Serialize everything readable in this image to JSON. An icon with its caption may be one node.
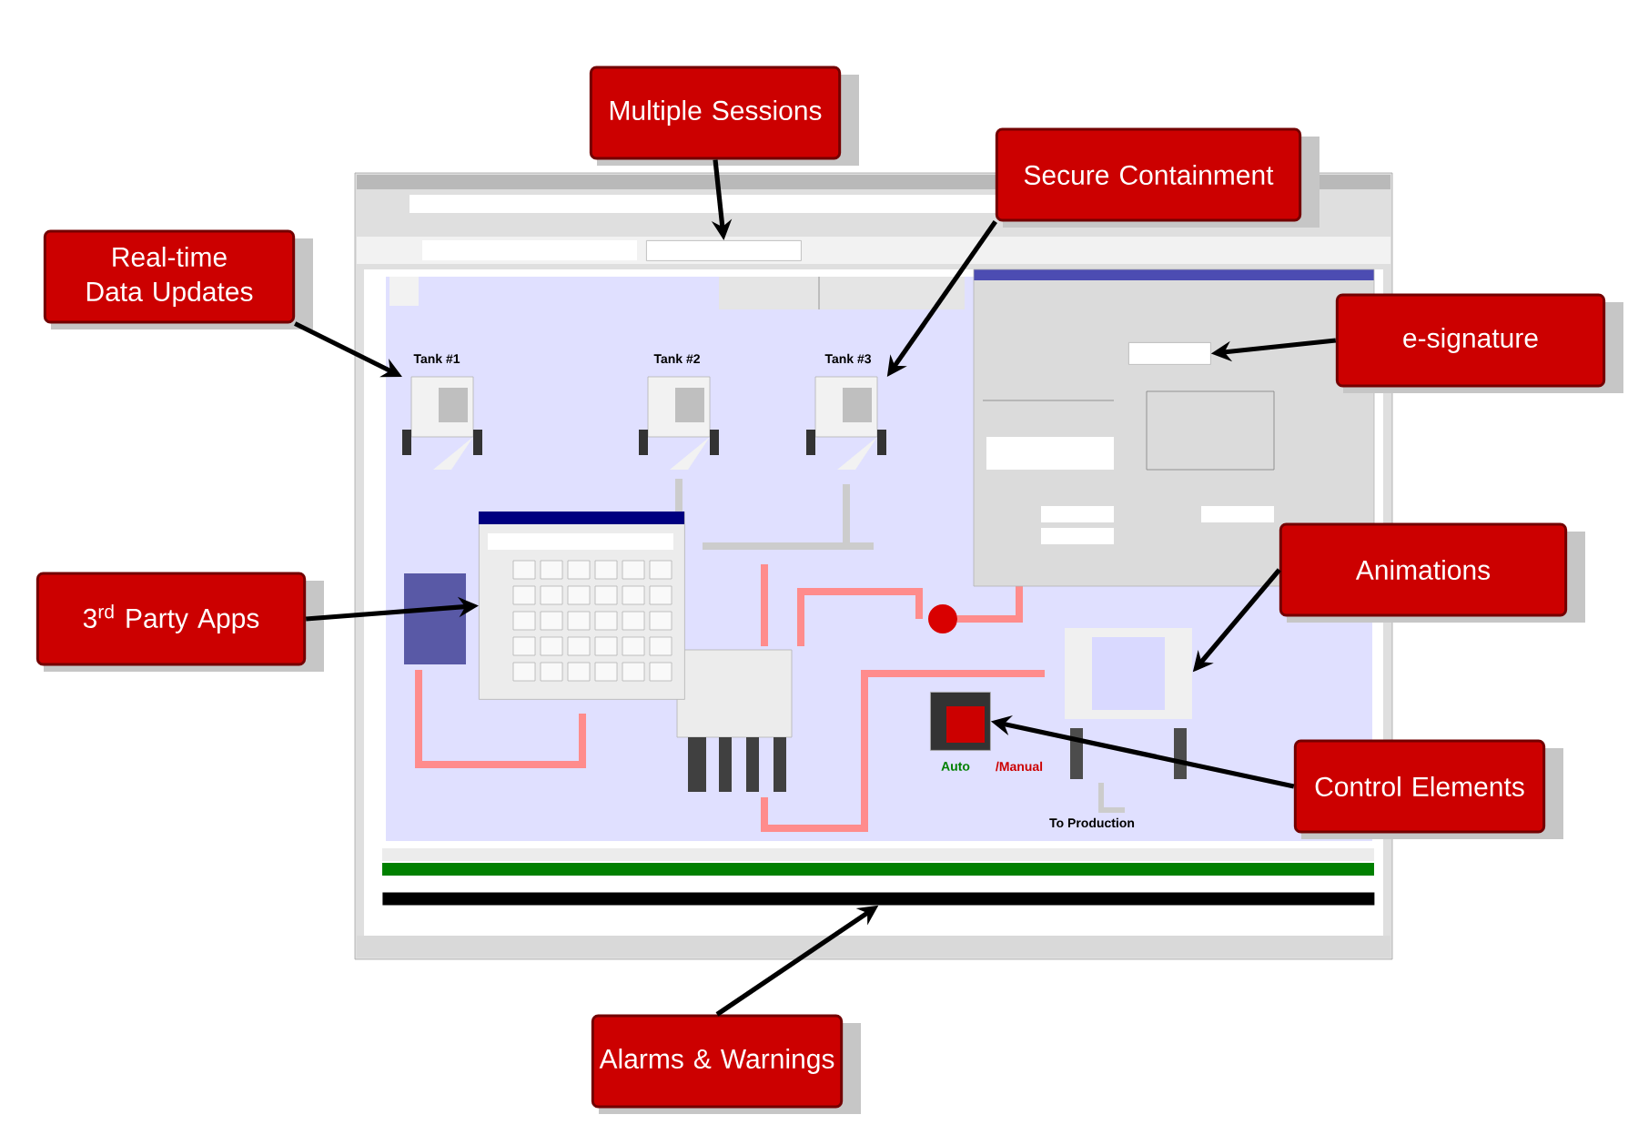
{
  "diagram": {
    "nodes": [
      {
        "text": [
          "Multiple Sessions"
        ]
      },
      {
        "text": [
          "Secure Containment"
        ]
      },
      {
        "text": [
          "Real-time Data Updates"
        ]
      },
      {
        "text": [
          "e-signature"
        ]
      },
      {
        "text": [
          "3$^{rd}$ Party Apps"
        ]
      },
      {
        "text": [
          "Animations"
        ]
      },
      {
        "text": [
          "Control Elements"
        ]
      },
      {
        "text": [
          "Alarms & Warnings"
        ]
      },
      {
        "text": [],
        "shape": "box"
      },
      {
        "text": [],
        "shape": "picture"
      },
      {
        "text": [],
        "shape": "picture"
      },
      {
        "text": [],
        "shape": "box"
      },
      {
        "text": [],
        "shape": "box"
      },
      {
        "text": [],
        "shape": "cylinder"
      },
      {
        "text": [],
        "shape": "box"
      },
      {
        "text": [],
        "shape": "bar"
      }
    ],
    "edges": [
      {
        "from": 0,
        "to": 8,
        "arrow": "to"
      },
      {
        "from": 1,
        "to": 10,
        "arrow": "to"
      },
      {
        "from": 2,
        "to": 9,
        "arrow": "to"
      },
      {
        "from": 3,
        "to": 11,
        "arrow": "to"
      },
      {
        "from": 4,
        "to": 12,
        "arrow": "to"
      },
      {
        "from": 5,
        "to": 13,
        "arrow": "to"
      },
      {
        "from": 6,
        "to": 14,
        "arrow": "to"
      },
      {
        "from": 7,
        "to": 15,
        "arrow": "to"
      }
    ],
    "labels": [
      "Tank #1",
      "Tank #2",
      "Tank #3",
      "Auto",
      "/Manual",
      "To Production"
    ]
  }
}
